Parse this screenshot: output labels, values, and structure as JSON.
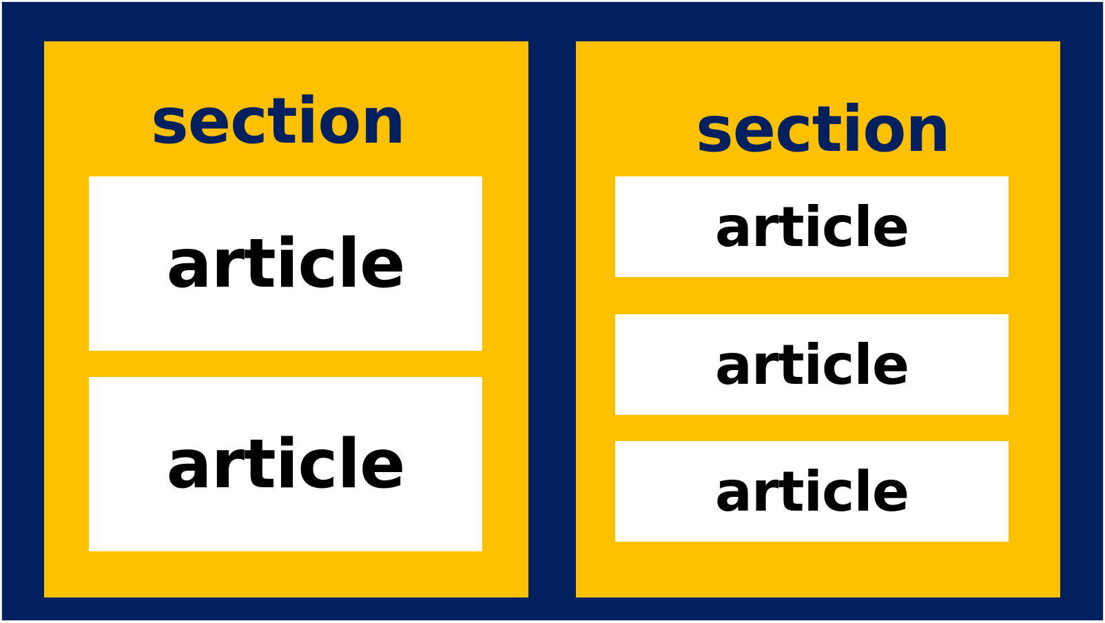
{
  "colors": {
    "background": "#002060",
    "section_fill": "#FFC000",
    "article_fill": "#FFFFFF",
    "section_text": "#002060",
    "article_text": "#000000"
  },
  "sections": [
    {
      "label": "section",
      "articles": [
        "article",
        "article"
      ]
    },
    {
      "label": "section",
      "articles": [
        "article",
        "article",
        "article"
      ]
    }
  ]
}
